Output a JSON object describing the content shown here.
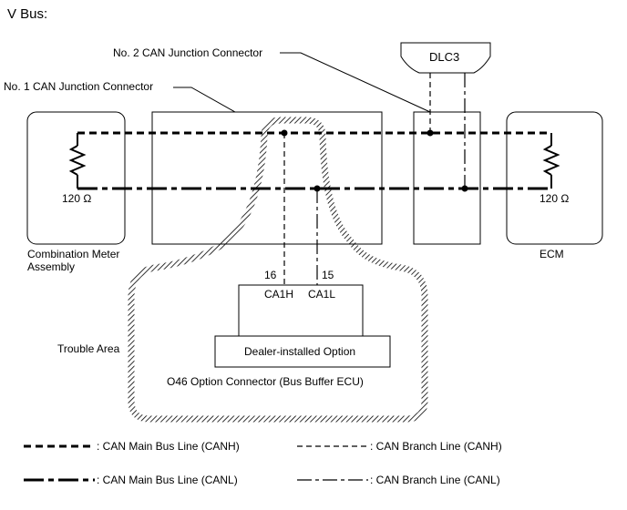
{
  "title": "V Bus:",
  "labels": {
    "no2_junction": "No. 2 CAN Junction Connector",
    "no1_junction": "No. 1 CAN Junction Connector",
    "dlc3": "DLC3",
    "resistor_left": "120 Ω",
    "resistor_right": "120 Ω",
    "combination_meter_line1": "Combination Meter",
    "combination_meter_line2": "Assembly",
    "ecm": "ECM",
    "pin_16": "16",
    "pin_15": "15",
    "ca1h": "CA1H",
    "ca1l": "CA1L",
    "trouble_area": "Trouble Area",
    "dealer_option": "Dealer-installed Option",
    "option_connector": "O46   Option Connector (Bus Buffer ECU)"
  },
  "legend": [
    {
      "key": "canh-main",
      "text": ": CAN Main Bus Line (CANH)"
    },
    {
      "key": "canh-branch",
      "text": ": CAN Branch Line (CANH)"
    },
    {
      "key": "canl-main",
      "text": ": CAN Main Bus Line (CANL)"
    },
    {
      "key": "canl-branch",
      "text": ": CAN Branch Line (CANL)"
    }
  ]
}
